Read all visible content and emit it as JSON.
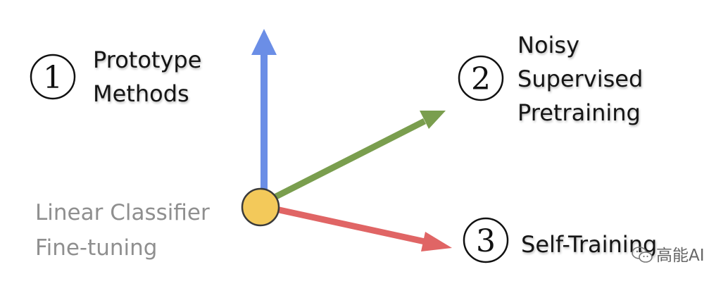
{
  "diagram": {
    "origin_label": [
      "Linear Classifier",
      "Fine-tuning"
    ],
    "directions": [
      {
        "number": "1",
        "label_lines": [
          "Prototype",
          "Methods"
        ],
        "color": "#6b8ee6"
      },
      {
        "number": "2",
        "label_lines": [
          "Noisy",
          "Supervised",
          "Pretraining"
        ],
        "color": "#7a9e4e"
      },
      {
        "number": "3",
        "label_lines": [
          "Self-Training"
        ],
        "color": "#e06565"
      }
    ],
    "origin_color": "#f3c95a"
  },
  "watermark": {
    "text": "高能AI",
    "icon": "wechat-icon"
  }
}
